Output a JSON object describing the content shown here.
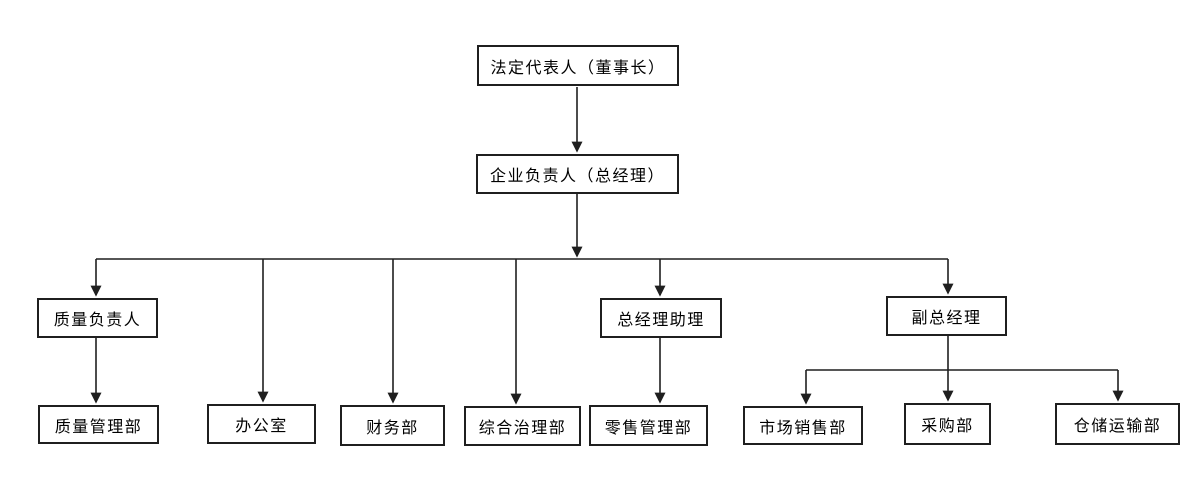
{
  "diagram": {
    "type": "org-chart",
    "background_color": "#ffffff",
    "line_color": "#1f1f1f",
    "box_border_color": "#1f1f1f",
    "text_color": "#000000"
  },
  "nodes": {
    "legal_rep": "法定代表人（董事长）",
    "general_manager": "企业负责人（总经理）",
    "quality_head": "质量负责人",
    "gm_assistant": "总经理助理",
    "deputy_gm": "副总经理",
    "quality_mgmt_dept": "质量管理部",
    "office": "办公室",
    "finance_dept": "财务部",
    "comprehensive_governance_dept": "综合治理部",
    "retail_mgmt_dept": "零售管理部",
    "marketing_sales_dept": "市场销售部",
    "purchasing_dept": "采购部",
    "warehouse_transport_dept": "仓储运输部"
  },
  "hierarchy": [
    {
      "from": "legal_rep",
      "to": [
        "general_manager"
      ]
    },
    {
      "from": "general_manager",
      "to": [
        "quality_head",
        "office",
        "finance_dept",
        "comprehensive_governance_dept",
        "gm_assistant",
        "deputy_gm"
      ]
    },
    {
      "from": "quality_head",
      "to": [
        "quality_mgmt_dept"
      ]
    },
    {
      "from": "gm_assistant",
      "to": [
        "retail_mgmt_dept"
      ]
    },
    {
      "from": "deputy_gm",
      "to": [
        "marketing_sales_dept",
        "purchasing_dept",
        "warehouse_transport_dept"
      ]
    }
  ]
}
